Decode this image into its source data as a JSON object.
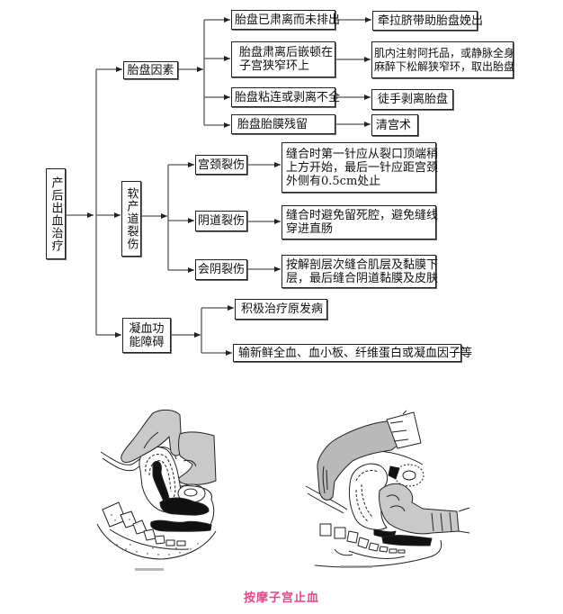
{
  "root": {
    "label": "产后出血治疗"
  },
  "branches": [
    {
      "label": "胎盘因素",
      "children": [
        {
          "cause": {
            "lines": [
              "胎盘已肃离而未排出"
            ]
          },
          "treatment": {
            "lines": [
              "牵拉脐带助胎盘娩出"
            ]
          }
        },
        {
          "cause": {
            "lines": [
              "胎盘肃离后嵌顿在",
              "子宫狭窄环上"
            ]
          },
          "treatment": {
            "lines": [
              "肌内注射阿托品，或静脉全身",
              "麻醉下松解狭窄环，取出胎盘"
            ]
          }
        },
        {
          "cause": {
            "lines": [
              "胎盘粘连或剥离不全"
            ]
          },
          "treatment": {
            "lines": [
              "徒手剥离胎盘"
            ]
          }
        },
        {
          "cause": {
            "lines": [
              "胎盘胎膜残留"
            ]
          },
          "treatment": {
            "lines": [
              "清宫术"
            ]
          }
        }
      ]
    },
    {
      "label": "软产道裂伤",
      "children": [
        {
          "cause": {
            "lines": [
              "宫颈裂伤"
            ]
          },
          "treatment": {
            "lines": [
              "缝合时第一针应从裂口顶端稍",
              "上方开始，最后一针应距宫颈",
              "外侧有0.5cm处止"
            ]
          }
        },
        {
          "cause": {
            "lines": [
              "阴道裂伤"
            ]
          },
          "treatment": {
            "lines": [
              "缝合时避免留死腔，避免缝线",
              "穿进直肠"
            ]
          }
        },
        {
          "cause": {
            "lines": [
              "会阴裂伤"
            ]
          },
          "treatment": {
            "lines": [
              "按解剖层次缝合肌层及黏膜下",
              "层，最后缝合阴道黏膜及皮肤"
            ]
          }
        }
      ]
    },
    {
      "label_lines": [
        "凝血功",
        "能障碍"
      ],
      "children": [
        {
          "treatment": {
            "lines": [
              "积极治疗原发病"
            ]
          }
        },
        {
          "treatment": {
            "lines": [
              "输新鲜全血、血小板、纤维蛋白或凝血因子等"
            ]
          }
        }
      ]
    }
  ],
  "figure": {
    "caption": "按摩子宫止血"
  },
  "colors": {
    "caption": "#e8438b",
    "connector": "#555555",
    "border": "#222222",
    "hand": "#c9c9c9",
    "blood": "#111111"
  }
}
